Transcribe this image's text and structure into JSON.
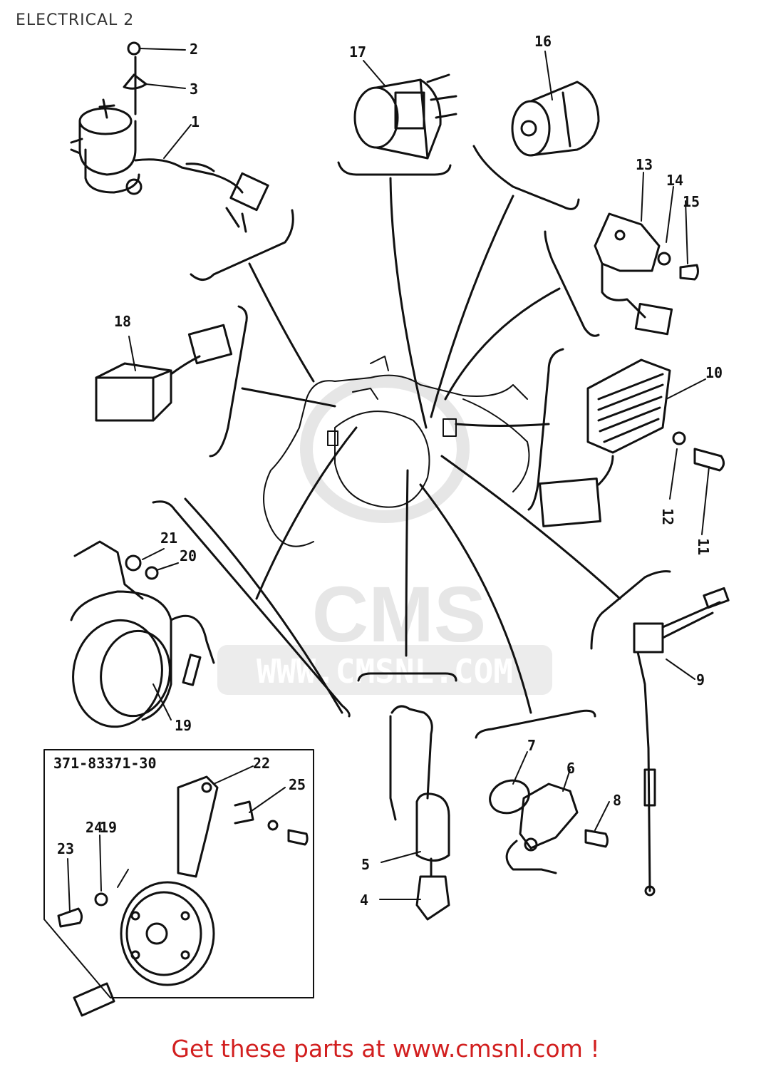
{
  "title": "ELECTRICAL 2",
  "footer": "Get these parts at www.cmsnl.com !",
  "watermark": {
    "brand": "CMS",
    "url": "WWW.CMSNL.COM",
    "color": "#e4e4e4"
  },
  "kit_box_label": "371-83371-30",
  "callouts": [
    "1",
    "2",
    "3",
    "4",
    "5",
    "6",
    "7",
    "8",
    "9",
    "10",
    "11",
    "12",
    "13",
    "14",
    "15",
    "16",
    "17",
    "18",
    "19",
    "19",
    "20",
    "21",
    "22",
    "23",
    "24",
    "25"
  ],
  "colors": {
    "ink": "#111111",
    "footer": "#d21f1f"
  }
}
